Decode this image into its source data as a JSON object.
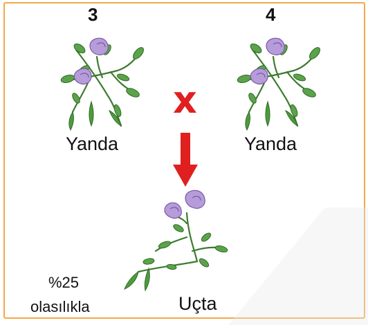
{
  "parents": {
    "left": {
      "number": "3",
      "label": "Yanda"
    },
    "right": {
      "number": "4",
      "label": "Yanda"
    }
  },
  "cross_symbol": "x",
  "offspring": {
    "label": "Uçta",
    "probability_line1": "%25",
    "probability_line2": "olasılıkla"
  },
  "icons": [
    "pea-plant-axial-icon",
    "pea-plant-terminal-icon",
    "down-arrow-icon",
    "cross-icon"
  ],
  "colors": {
    "border": "#f2a84a",
    "cross": "#e01f1f",
    "arrow": "#e01f1f",
    "flower": "#b69cd9",
    "leaf": "#5aa34a",
    "stem": "#3d7a2f"
  }
}
